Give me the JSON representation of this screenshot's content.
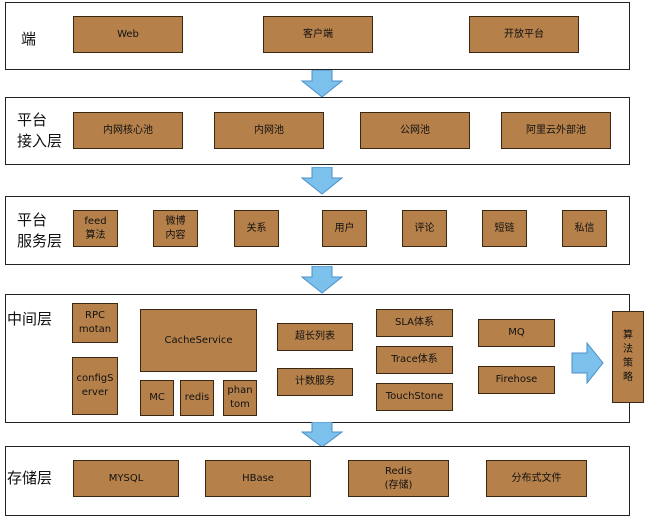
{
  "layers": {
    "terminal": {
      "label": "端",
      "items": [
        "Web",
        "客户端",
        "开放平台"
      ]
    },
    "access": {
      "label": "平台\n接入层",
      "items": [
        "内网核心池",
        "内网池",
        "公网池",
        "阿里云外部池"
      ]
    },
    "service": {
      "label": "平台\n服务层",
      "items": [
        "feed\n算法",
        "微博\n内容",
        "关系",
        "用户",
        "评论",
        "短链",
        "私信"
      ]
    },
    "middle": {
      "label": "中间层",
      "rpc": "RPC\nmotan",
      "config": "configS\nerver",
      "cache": "CacheService",
      "mc": "MC",
      "redis": "redis",
      "phantom": "phan\ntom",
      "longlist": "超长列表",
      "counter": "计数服务",
      "sla": "SLA体系",
      "trace": "Trace体系",
      "touchstone": "TouchStone",
      "mq": "MQ",
      "firehose": "Firehose",
      "algo": "算\n法\n策\n略"
    },
    "storage": {
      "label": "存储层",
      "items": [
        "MYSQL",
        "HBase",
        "Redis\n(存储)",
        "分布式文件"
      ]
    }
  },
  "colors": {
    "box_fill": "#b5804a",
    "arrow_fill": "#7cc0ec",
    "border": "#222222"
  }
}
